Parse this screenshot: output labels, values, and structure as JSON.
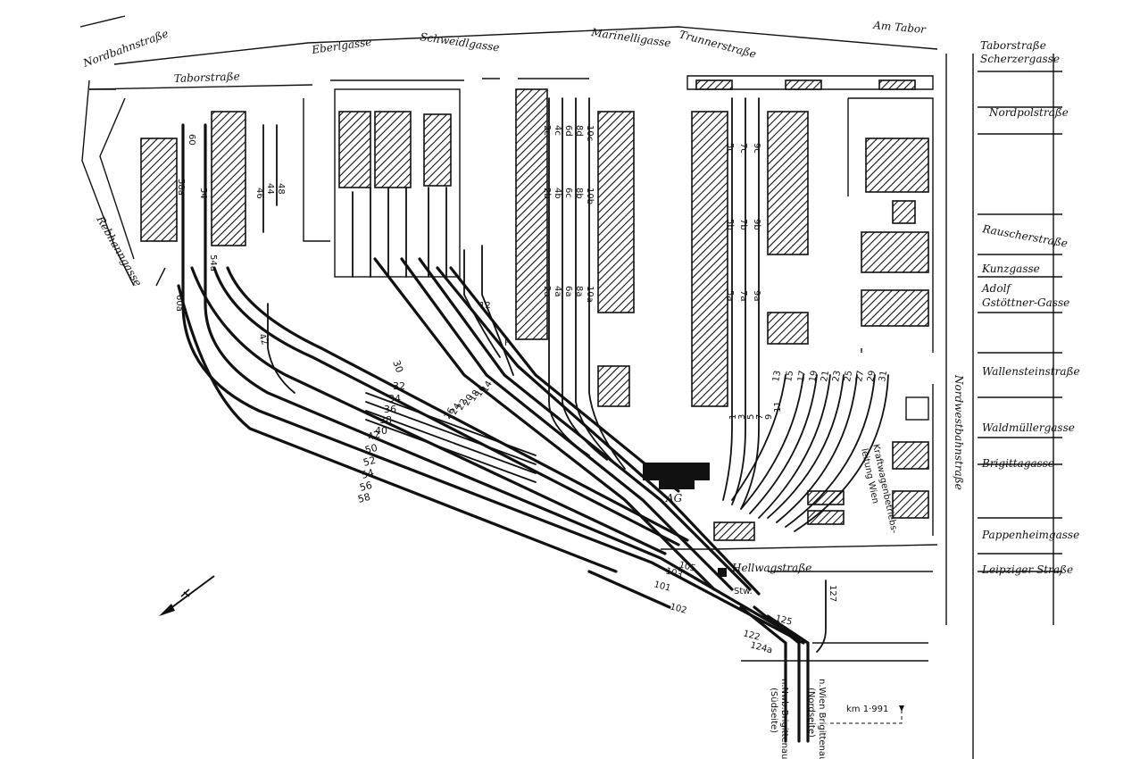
{
  "map": {
    "streets": {
      "nordbahnstrasse": "Nordbahnstraße",
      "taborstrasse": "Taborstraße",
      "eberlgasse": "Eberlgasse",
      "schweidlgasse": "Schweidlgasse",
      "marinelligasse": "Marinelligasse",
      "trunnerstrasse": "Trunnerstraße",
      "am_tabor": "Am Tabor",
      "taborstrasse_ne": "Taborstraße",
      "scherzergasse": "Scherzergasse",
      "nordpolstrasse": "Nordpolstraße",
      "rebhanngasse": "Rebhanngasse",
      "rauscherstrasse": "Rauscherstraße",
      "kunzgasse": "Kunzgasse",
      "adolf_gstoettner_gasse_1": "Adolf",
      "adolf_gstoettner_gasse_2": "Gstöttner-Gasse",
      "nordwestbahnstrasse": "Nordwestbahnstraße",
      "wallensteinstrasse": "Wallensteinstraße",
      "waldmuellergasse": "Waldmüllergasse",
      "brigittagasse": "Brigittagasse",
      "pappenheimgasse": "Pappenheimgasse",
      "leipziger_strasse": "Leipziger Straße",
      "hellwagstrasse": "Hellwagstraße"
    },
    "labels": {
      "ag": "AG",
      "stw": "Stw.",
      "km": "km 1·991",
      "kraftwagen": "Kraftwagenbetriebs-",
      "leitung_wien": "leitung Wien",
      "to_brigittenau_1": "n.Wien Brigittenau",
      "to_brigittenau_2": "(Nordseite)",
      "to_nwb_1": "n.Nwb.Brigittenau",
      "to_nwb_2": "(Südseite)"
    },
    "track_numbers": {
      "fan_left": [
        "42",
        "50",
        "52",
        "54",
        "56",
        "58"
      ],
      "fan_stub": [
        "32",
        "34",
        "36",
        "38",
        "40"
      ],
      "fan_right": [
        "13",
        "15",
        "17",
        "19",
        "21",
        "23",
        "25",
        "27",
        "29",
        "31"
      ],
      "mid": [
        "1",
        "3",
        "5",
        "7",
        "9",
        "11"
      ],
      "diagonal": [
        "14",
        "16",
        "18",
        "20",
        "22",
        "24",
        "26"
      ],
      "junction": [
        "101",
        "102",
        "103",
        "105",
        "122",
        "124a",
        "125",
        "127"
      ],
      "yard_top": [
        "58a",
        "60",
        "54",
        "46",
        "44",
        "48"
      ],
      "shed_pairs": [
        "2c",
        "4c",
        "6d",
        "8d",
        "10c",
        "2b",
        "4b",
        "6c",
        "8b",
        "10b",
        "2a",
        "4a",
        "6a",
        "8a",
        "10a"
      ],
      "right_pairs": [
        "5c",
        "7c",
        "9c",
        "5b",
        "7b",
        "9b",
        "5a",
        "7a",
        "9a"
      ],
      "misc": [
        "12",
        "30",
        "60a",
        "54a",
        "42",
        "F"
      ]
    }
  }
}
